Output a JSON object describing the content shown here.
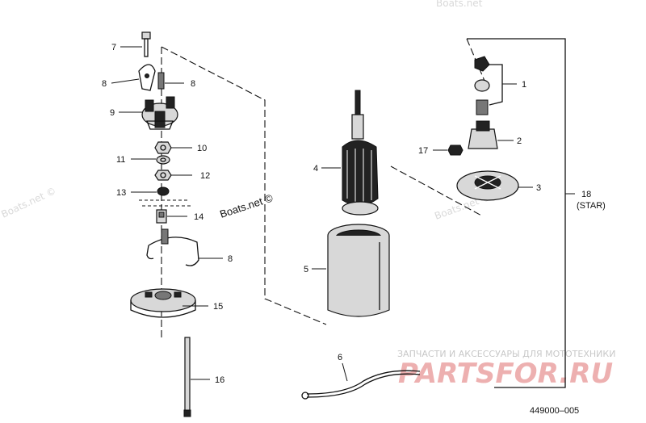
{
  "labels": {
    "l1": "1",
    "l2": "2",
    "l3": "3",
    "l4": "4",
    "l5": "5",
    "l6": "6",
    "l7": "7",
    "l8a": "8",
    "l8b": "8",
    "l8c": "8",
    "l9": "9",
    "l10": "10",
    "l11": "11",
    "l12": "12",
    "l13": "13",
    "l14": "14",
    "l15": "15",
    "l16": "16",
    "l17": "17",
    "l18": "18",
    "l18sub": "(STAR)"
  },
  "watermarks": {
    "boats_center": "Boats.net ©",
    "boats_left": "Boats.net ©",
    "boats_right": "Boats.net ©",
    "boats_top": "Boats.net",
    "parts_caption": "ЗАПЧАСТИ И АКСЕССУАРЫ ДЛЯ МОТОТЕХНИКИ",
    "parts_logo": "PARTSFOR.RU"
  },
  "diagram_code": "449000–005",
  "colors": {
    "ink": "#111111",
    "logo": "#e07070",
    "watermark": "#d9d9d9"
  }
}
